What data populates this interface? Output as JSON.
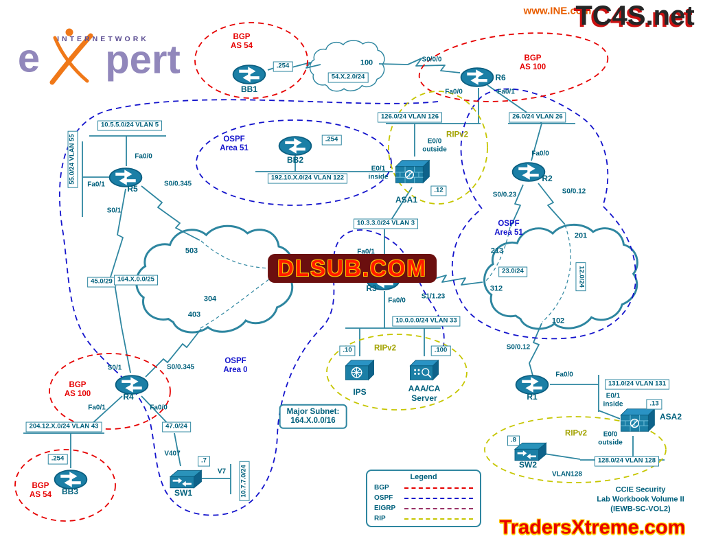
{
  "header": {
    "ine_url": "www.INE.com",
    "tc4s": "TC4S.net"
  },
  "logo": {
    "top": "INTERNETWORK",
    "e": "e",
    "pert": "pert"
  },
  "watermarks": {
    "dlsub": "DLSUB.COM",
    "traders": "TradersXtreme.com"
  },
  "footer": {
    "line1": "CCIE Security",
    "line2": "Lab Workbook Volume II",
    "line3": "(IEWB-SC-VOL2)"
  },
  "legend": {
    "title": "Legend",
    "items": [
      {
        "label": "BGP",
        "color": "#e60000"
      },
      {
        "label": "OSPF",
        "color": "#1414cc"
      },
      {
        "label": "EIGRP",
        "color": "#993366"
      },
      {
        "label": "RIP",
        "color": "#c6c600"
      }
    ]
  },
  "devices": {
    "bb1": "BB1",
    "bb2": "BB2",
    "bb3": "BB3",
    "r1": "R1",
    "r2": "R2",
    "r3": "R3",
    "r4": "R4",
    "r5": "R5",
    "r6": "R6",
    "sw1": "SW1",
    "sw2": "SW2",
    "asa1": "ASA1",
    "asa2": "ASA2",
    "ips": "IPS",
    "aaa": "AAA/CA\nServer"
  },
  "areas": {
    "bgp_as54_top": "BGP\nAS 54",
    "bgp_as100_right": "BGP\nAS 100",
    "ospf_area51_left": "OSPF\nArea 51",
    "ospf_area51_right": "OSPF\nArea 51",
    "ospf_area0": "OSPF\nArea 0",
    "bgp_as100_left": "BGP\nAS 100",
    "bgp_as54_bottom": "BGP\nAS 54",
    "rip_top": "RIPv2",
    "rip_mid": "RIPv2",
    "rip_bottom": "RIPv2"
  },
  "interfaces": {
    "r6_s000": "S0/0/0",
    "r6_fa00": "Fa0/0",
    "r6_fa01": "Fa0/1",
    "asa1_e00": "E0/0\noutside",
    "asa1_e01": "E0/1\ninside",
    "r2_fa00": "Fa0/0",
    "r2_s0023": "S0/0.23",
    "r2_s0012": "S0/0.12",
    "r5_fa00": "Fa0/0",
    "r5_fa01": "Fa0/1",
    "r5_s00345": "S0/0.345",
    "r5_s01": "S0/1",
    "r3_fa01": "Fa0/1",
    "r3_fa00": "Fa0/0",
    "r3_s1123": "S1/1.23",
    "r4_s01": "S0/1",
    "r4_s00345": "S0/0.345",
    "r4_fa01": "Fa0/1",
    "r4_fa00": "Fa0/0",
    "r1_s0012": "S0/0.12",
    "r1_fa00": "Fa0/0",
    "asa2_e01": "E0/1\ninside",
    "asa2_e00": "E0/0\noutside"
  },
  "subnets": {
    "s54": "54.X.2.0/24",
    "vlan126": "126.0/24 VLAN 126",
    "vlan26": "26.0/24 VLAN 26",
    "vlan122": "192.10.X.0/24 VLAN 122",
    "vlan5": "10.5.5.0/24 VLAN 5",
    "vlan55": "55.0/24 VLAN 55",
    "s45": "45.0/29",
    "s164_25": "164.X.0.0/25",
    "vlan3": "10.3.3.0/24 VLAN 3",
    "s23": "23.0/24",
    "s12": "12.0/24",
    "vlan33": "10.0.0.0/24 VLAN 33",
    "vlan43": "204.12.X.0/24 VLAN 43",
    "s47": "47.0/24",
    "s1077": "10.7.7.0/24",
    "vlan131": "131.0/24 VLAN 131",
    "vlan128": "128.0/24 VLAN 128",
    "major": "Major Subnet:\n164.X.0.0/16"
  },
  "addresses": {
    "bb1": ".254",
    "bb2": ".254",
    "bb3": ".254",
    "asa1": ".12",
    "asa2": ".13",
    "ips": ".10",
    "aaa": ".100",
    "sw1": ".7",
    "sw2": ".8"
  },
  "clouds": {
    "c100": "100",
    "c503": "503",
    "c304": "304",
    "c403": "403",
    "c201": "201",
    "c213": "213",
    "c312": "312",
    "c102": "102"
  },
  "misc": {
    "v407": "V407",
    "v7": "V7",
    "vlan128": "VLAN128"
  },
  "colors": {
    "line": "#2e86a0",
    "label": "#00607c",
    "bgp": "#e60000",
    "ospf": "#1414cc",
    "eigrp": "#993366",
    "rip": "#c6c600",
    "device_fill": "#1b7fa6",
    "watermark_red": "#e80000",
    "watermark_gold": "#ffd200",
    "logo_purple": "#9187bb",
    "logo_orange": "#f07818",
    "ine_orange": "#e85d00"
  }
}
